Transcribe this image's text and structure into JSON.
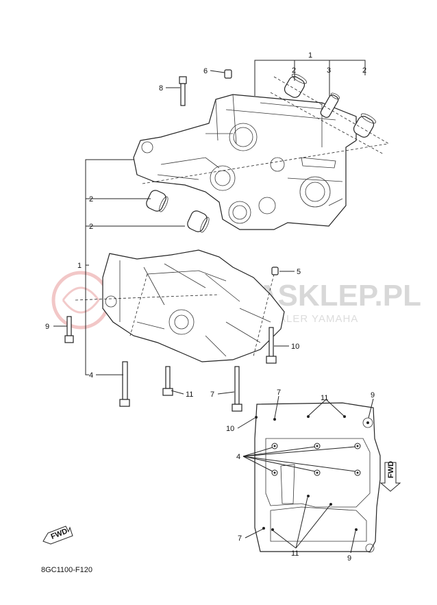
{
  "diagram": {
    "code": "8GC1100-F120",
    "watermark": {
      "main": "YAMASKLEP.PL",
      "sub": "AUTORYZOWANY DEALER YAMAHA"
    },
    "fwd_label": "FWD",
    "callouts": {
      "c1_top": "1",
      "c1_left": "1",
      "c2_a": "2",
      "c2_b": "2",
      "c2_c": "2",
      "c2_d": "2",
      "c3": "3",
      "c4_left": "4",
      "c4_inset": "4",
      "c5": "5",
      "c6": "6",
      "c7_a": "7",
      "c7_b": "7",
      "c7_c": "7",
      "c8": "8",
      "c9_a": "9",
      "c9_b": "9",
      "c9_c": "9",
      "c10_a": "10",
      "c10_b": "10",
      "c11_a": "11",
      "c11_b": "11",
      "c11_c": "11"
    }
  }
}
